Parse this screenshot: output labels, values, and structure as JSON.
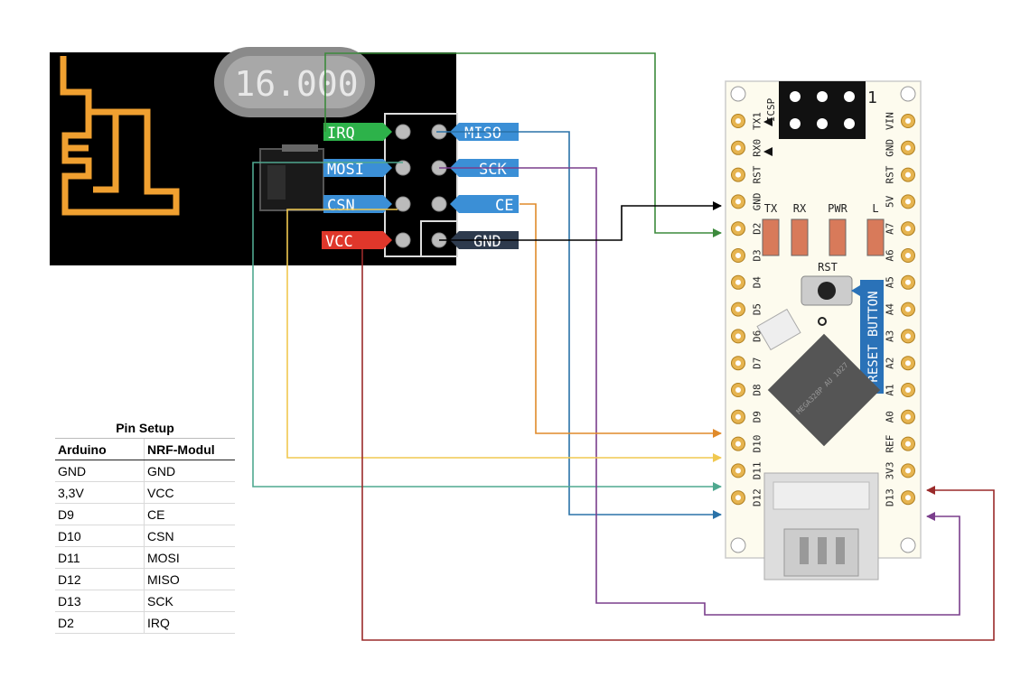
{
  "nrf_module": {
    "crystal_label": "16.000",
    "pin_labels": {
      "irq": "IRQ",
      "miso": "MISO",
      "mosi": "MOSI",
      "sck": "SCK",
      "csn": "CSN",
      "ce": "CE",
      "vcc": "VCC",
      "gnd": "GND"
    },
    "colors": {
      "irq": "#2db24a",
      "signal": "#3b8fd6",
      "vcc": "#e0372b",
      "gnd": "#2e3b4e",
      "board": "#000000",
      "antenna": "#f0a030"
    }
  },
  "arduino": {
    "icsp_label": "ICSP",
    "icsp_pin1": "1",
    "left_pins": [
      "TX1",
      "RX0",
      "RST",
      "GND",
      "D2",
      "D3",
      "D4",
      "D5",
      "D6",
      "D7",
      "D8",
      "D9",
      "D10",
      "D11",
      "D12"
    ],
    "right_pins": [
      "VIN",
      "GND",
      "RST",
      "5V",
      "A7",
      "A6",
      "A5",
      "A4",
      "A3",
      "A2",
      "A1",
      "A0",
      "REF",
      "3V3",
      "D13"
    ],
    "leds": [
      "TX",
      "RX",
      "PWR",
      "L"
    ],
    "rst_label": "RST",
    "reset_button_label": "RESET BUTTON",
    "chip_text": "MEGA328P AU 1027"
  },
  "wire_colors": {
    "irq": "#3c8a3c",
    "miso": "#2a72a8",
    "mosi": "#4fa88f",
    "sck": "#7a3e8c",
    "csn": "#f0c850",
    "ce": "#e08a2a",
    "vcc": "#9a2a2a",
    "gnd": "#000000"
  },
  "pin_table": {
    "title": "Pin Setup",
    "headers": [
      "Arduino",
      "NRF-Modul"
    ],
    "rows": [
      [
        "GND",
        "GND"
      ],
      [
        "3,3V",
        "VCC"
      ],
      [
        "D9",
        "CE"
      ],
      [
        "D10",
        "CSN"
      ],
      [
        "D11",
        "MOSI"
      ],
      [
        "D12",
        "MISO"
      ],
      [
        "D13",
        "SCK"
      ],
      [
        "D2",
        "IRQ"
      ]
    ]
  }
}
